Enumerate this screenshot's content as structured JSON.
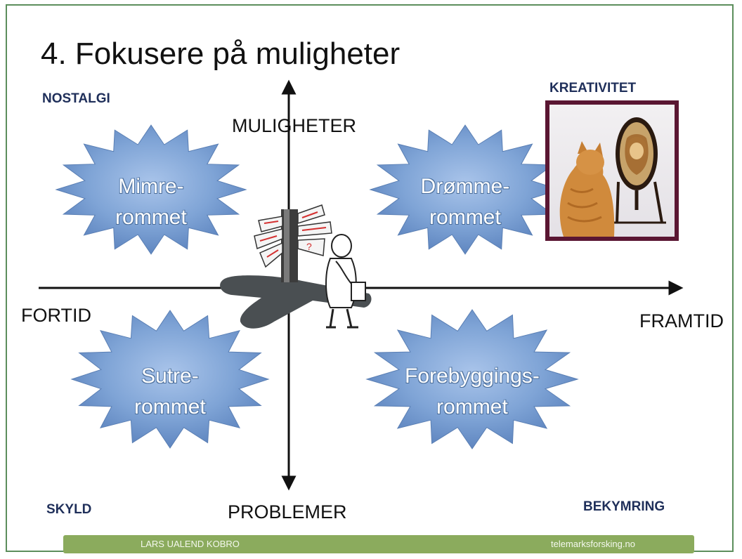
{
  "slide": {
    "title": "4. Fokusere på  muligheter"
  },
  "corners": {
    "top_left": "NOSTALGI",
    "top_right": "KREATIVITET",
    "bottom_left": "SKYLD",
    "bottom_right": "BEKYMRING"
  },
  "axes": {
    "up": "MULIGHETER",
    "down": "PROBLEMER",
    "left": "FORTID",
    "right": "FRAMTID"
  },
  "quadrants": {
    "top_left": [
      "Mimre-",
      "rommet"
    ],
    "top_right": [
      "Drømme-",
      "rommet"
    ],
    "bottom_left": [
      "Sutre-",
      "rommet"
    ],
    "bottom_right": [
      "Forebyggings-",
      "rommet"
    ]
  },
  "footer": {
    "left": "LARS UALEND KOBRO",
    "right": "telemarksforsking.no"
  },
  "colors": {
    "burst_fill": "#7fa4d6",
    "frame": "#5c8e5c",
    "footer_bar": "#8bab5d",
    "corner_text": "#1f2f5a",
    "photo_border": "#5a1632"
  },
  "icons": [
    "burst-shape",
    "signpost-figure-icon",
    "cat-mirror-lion-image"
  ]
}
